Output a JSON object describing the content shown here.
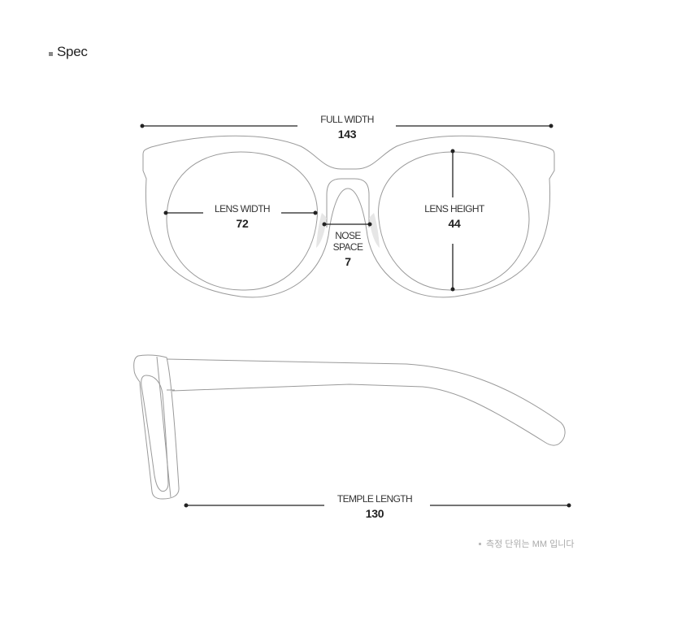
{
  "section": {
    "title": "Spec",
    "bullet_color": "#888888"
  },
  "measurements": {
    "full_width": {
      "label": "FULL WIDTH",
      "value": "143"
    },
    "lens_width": {
      "label": "LENS WIDTH",
      "value": "72"
    },
    "nose_space": {
      "label_line1": "NOSE",
      "label_line2": "SPACE",
      "value": "7"
    },
    "lens_height": {
      "label": "LENS HEIGHT",
      "value": "44"
    },
    "temple_length": {
      "label": "TEMPLE LENGTH",
      "value": "130"
    }
  },
  "footnote": {
    "text": "측정 단위는 MM 입니다"
  },
  "colors": {
    "outline": "#9a9a9a",
    "dimension_line": "#222222",
    "nose_pad": "#e6e6e6",
    "footnote": "#aaaaaa"
  }
}
